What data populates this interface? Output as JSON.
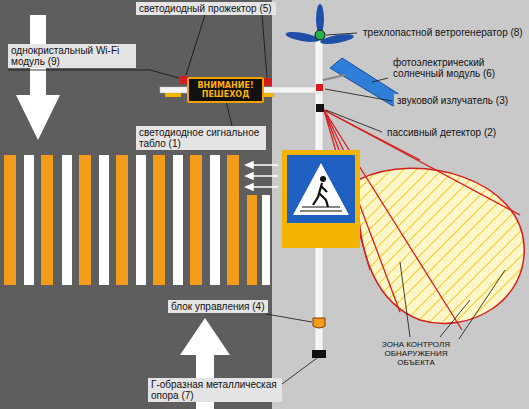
{
  "diagram": {
    "nodes": [
      {
        "text": [
          "ВНИМАНИЕ! ПЕШЕХОД"
        ]
      }
    ],
    "labels": [
      "светодиодный прожектор (5)",
      "однокристальный Wi-Fi модуль (9)",
      "светодиодное сигнальное табло (1)",
      "трехлопастной ветрогенератор (8)",
      "фотоэлектрический солнечный модуль (6)",
      "звуковой излучатель (3)",
      "пассивный детектор (2)",
      "блок управления (4)",
      "Г-образная металлическая опора (7)",
      "ЗОНА КОНТРОЛЯ ОБНАРУЖЕНИЯ ОБЪЕКТА"
    ]
  }
}
